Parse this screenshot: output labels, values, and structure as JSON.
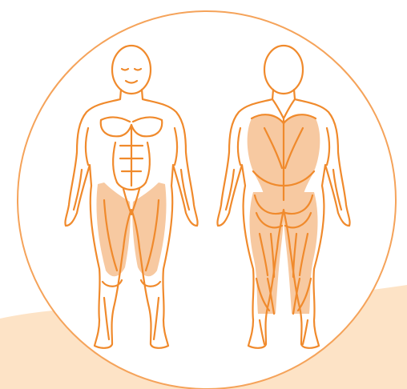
{
  "illustration": {
    "subject": "muscle-anatomy-front-and-back",
    "highlighted_regions": {
      "front": [
        "quadriceps"
      ],
      "back": [
        "latissimus-dorsi",
        "lower-back",
        "gluteus",
        "hamstrings",
        "calves"
      ]
    }
  },
  "colors": {
    "background": "#ffffff",
    "accent_band": "#fde3c6",
    "outline": "#f08a2c",
    "highlight_fill": "#f7c9a1",
    "circle_stroke": "#f5a35a"
  }
}
